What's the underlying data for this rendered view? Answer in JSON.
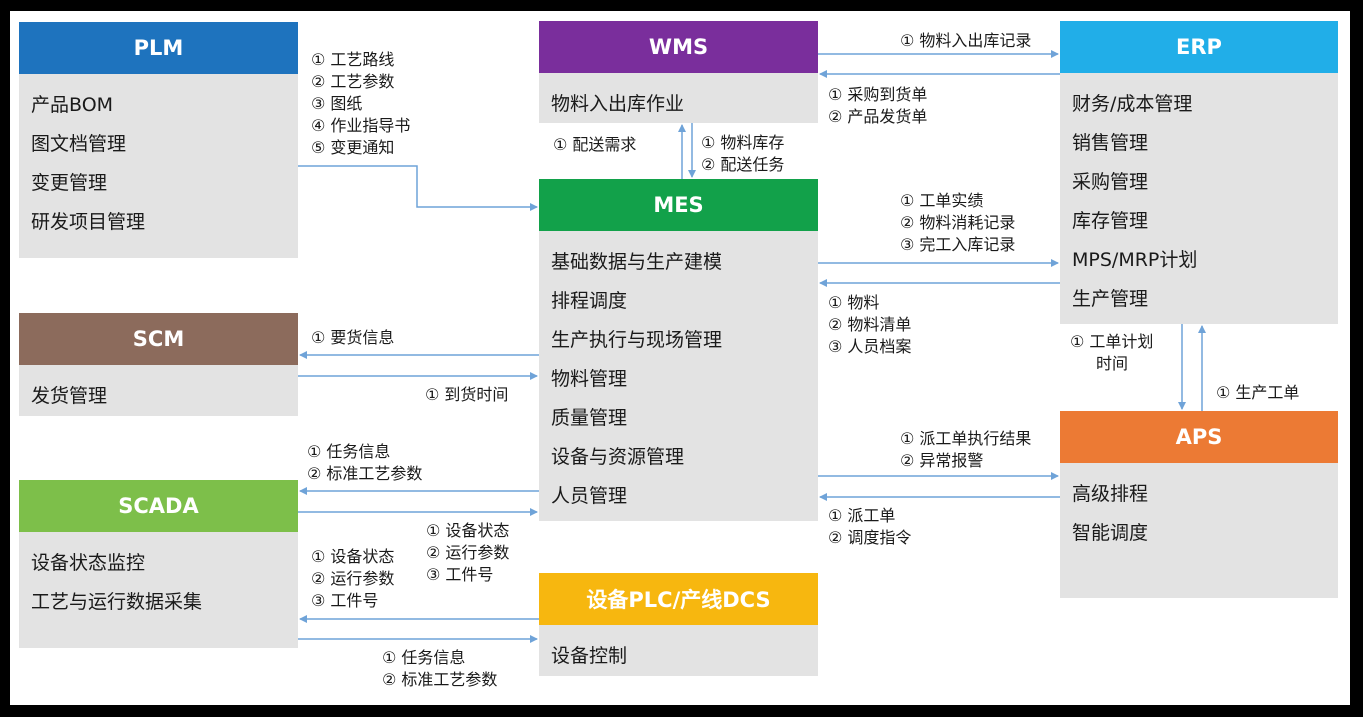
{
  "colors": {
    "plm": "#1e73be",
    "wms": "#7a2e9c",
    "erp": "#21aee8",
    "mes": "#12a14a",
    "scm": "#8c6b5c",
    "aps": "#ec7a34",
    "scada": "#7dbf4a",
    "plc": "#f7b70f",
    "arrow": "#6fa3d8"
  },
  "boxes": {
    "plm": {
      "title": "PLM",
      "items": [
        "产品BOM",
        "图文档管理",
        "变更管理",
        "研发项目管理"
      ]
    },
    "wms": {
      "title": "WMS",
      "items": [
        "物料入出库作业"
      ]
    },
    "erp": {
      "title": "ERP",
      "items": [
        "财务/成本管理",
        "销售管理",
        "采购管理",
        "库存管理",
        "MPS/MRP计划",
        "生产管理"
      ]
    },
    "mes": {
      "title": "MES",
      "items": [
        "基础数据与生产建模",
        "排程调度",
        "生产执行与现场管理",
        "物料管理",
        "质量管理",
        "设备与资源管理",
        "人员管理"
      ]
    },
    "scm": {
      "title": "SCM",
      "items": [
        "发货管理"
      ]
    },
    "aps": {
      "title": "APS",
      "items": [
        "高级排程",
        "智能调度"
      ]
    },
    "scada": {
      "title": "SCADA",
      "items": [
        "设备状态监控",
        "工艺与运行数据采集"
      ]
    },
    "plc": {
      "title": "设备PLC/产线DCS",
      "items": [
        "设备控制"
      ]
    }
  },
  "labels": {
    "plm_mes": [
      "① 工艺路线",
      "② 工艺参数",
      "③ 图纸",
      "④ 作业指导书",
      "⑤ 变更通知"
    ],
    "wms_erp": [
      "① 物料入出库记录"
    ],
    "erp_wms": [
      "① 采购到货单",
      "② 产品发货单"
    ],
    "mes_wms": [
      "① 配送需求"
    ],
    "wms_mes": [
      "① 物料库存",
      "② 配送任务"
    ],
    "mes_erp": [
      "① 工单实绩",
      "② 物料消耗记录",
      "③ 完工入库记录"
    ],
    "erp_mes": [
      "① 物料",
      "② 物料清单",
      "③ 人员档案"
    ],
    "erp_aps": [
      "① 工单计划",
      "时间"
    ],
    "aps_erp": [
      "① 生产工单"
    ],
    "mes_scm": [
      "① 要货信息"
    ],
    "scm_mes": [
      "① 到货时间"
    ],
    "mes_aps": [
      "① 派工单执行结果",
      "② 异常报警"
    ],
    "aps_mes": [
      "① 派工单",
      "② 调度指令"
    ],
    "mes_scada": [
      "① 任务信息",
      "② 标准工艺参数"
    ],
    "scada_mes": [
      "① 设备状态",
      "② 运行参数",
      "③ 工件号"
    ],
    "plc_scada": [
      "① 设备状态",
      "② 运行参数",
      "③ 工件号"
    ],
    "scada_plc": [
      "① 任务信息",
      "② 标准工艺参数"
    ]
  }
}
